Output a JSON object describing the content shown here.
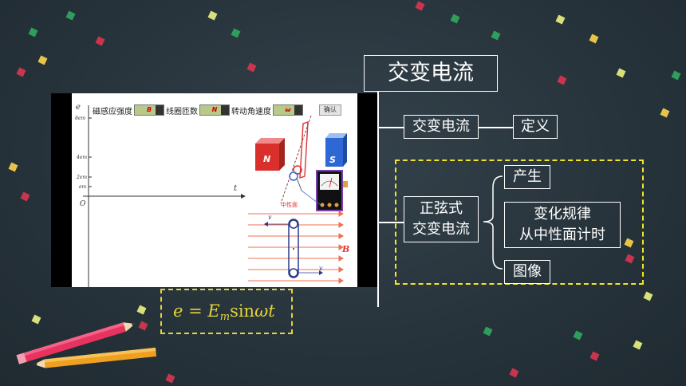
{
  "simulation": {
    "controls": {
      "field_label": "磁感应强度",
      "field_value": "B",
      "turns_label": "线圈匝数",
      "turns_value": "N",
      "speed_label": "转动角速度",
      "speed_value": "ω",
      "confirm_label": "确认"
    },
    "axis": {
      "e_label": "e",
      "t_label": "t",
      "origin_label": "O",
      "tick_8": "8em",
      "tick_4": "4em",
      "tick_2": "2em",
      "tick_1": "em"
    },
    "magnet_n": "N",
    "magnet_s": "S",
    "neutral_plane_label": "中性面",
    "field_b_label": "B",
    "velocity_top": "v",
    "velocity_bottom": "v"
  },
  "formula": {
    "lhs": "e",
    "eq": " = ",
    "E": "E",
    "sub_m": "m",
    "sin": "sin",
    "omega_t": "ωt"
  },
  "mindmap": {
    "title": "交变电流",
    "branch1": "交变电流",
    "branch1_child": "定义",
    "branch2_line1": "正弦式",
    "branch2_line2": "交变电流",
    "child_generate": "产生",
    "child_law_line1": "变化规律",
    "child_law_line2": "从中性面计时",
    "child_image": "图像"
  },
  "colors": {
    "accent_yellow": "#e5d33a",
    "dashed_yellow": "#f2e626",
    "board": "#27333b"
  }
}
